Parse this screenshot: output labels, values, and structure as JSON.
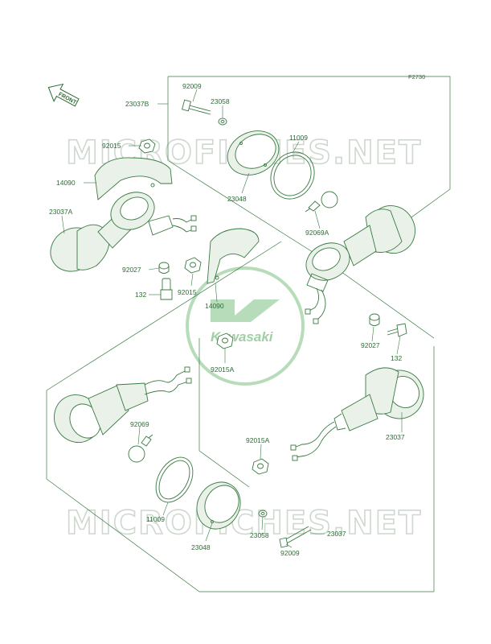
{
  "diagram_code": "F2730",
  "front_label": "FRONT",
  "brand_logo": "Kawasaki",
  "watermarks": [
    "MICROFICHES.NET",
    "MICROFICHES.NET"
  ],
  "parts": [
    {
      "id": "p-92009-top",
      "number": "92009"
    },
    {
      "id": "p-23037b",
      "number": "23037B"
    },
    {
      "id": "p-23058-top",
      "number": "23058"
    },
    {
      "id": "p-11009-top",
      "number": "11009"
    },
    {
      "id": "p-92015-left",
      "number": "92015"
    },
    {
      "id": "p-14090-left",
      "number": "14090"
    },
    {
      "id": "p-23048-top",
      "number": "23048"
    },
    {
      "id": "p-23037a",
      "number": "23037A"
    },
    {
      "id": "p-92069a",
      "number": "92069A"
    },
    {
      "id": "p-92027-left",
      "number": "92027"
    },
    {
      "id": "p-132-left",
      "number": "132"
    },
    {
      "id": "p-92015-mid",
      "number": "92015"
    },
    {
      "id": "p-14090-mid",
      "number": "14090"
    },
    {
      "id": "p-92027-right",
      "number": "92027"
    },
    {
      "id": "p-132-right",
      "number": "132"
    },
    {
      "id": "p-92015a-mid",
      "number": "92015A"
    },
    {
      "id": "p-92069",
      "number": "92069"
    },
    {
      "id": "p-92015a-low",
      "number": "92015A"
    },
    {
      "id": "p-23037-right",
      "number": "23037"
    },
    {
      "id": "p-11009-low",
      "number": "11009"
    },
    {
      "id": "p-23058-low",
      "number": "23058"
    },
    {
      "id": "p-23037-low",
      "number": "23037"
    },
    {
      "id": "p-23048-low",
      "number": "23048"
    },
    {
      "id": "p-92009-low",
      "number": "92009"
    }
  ]
}
